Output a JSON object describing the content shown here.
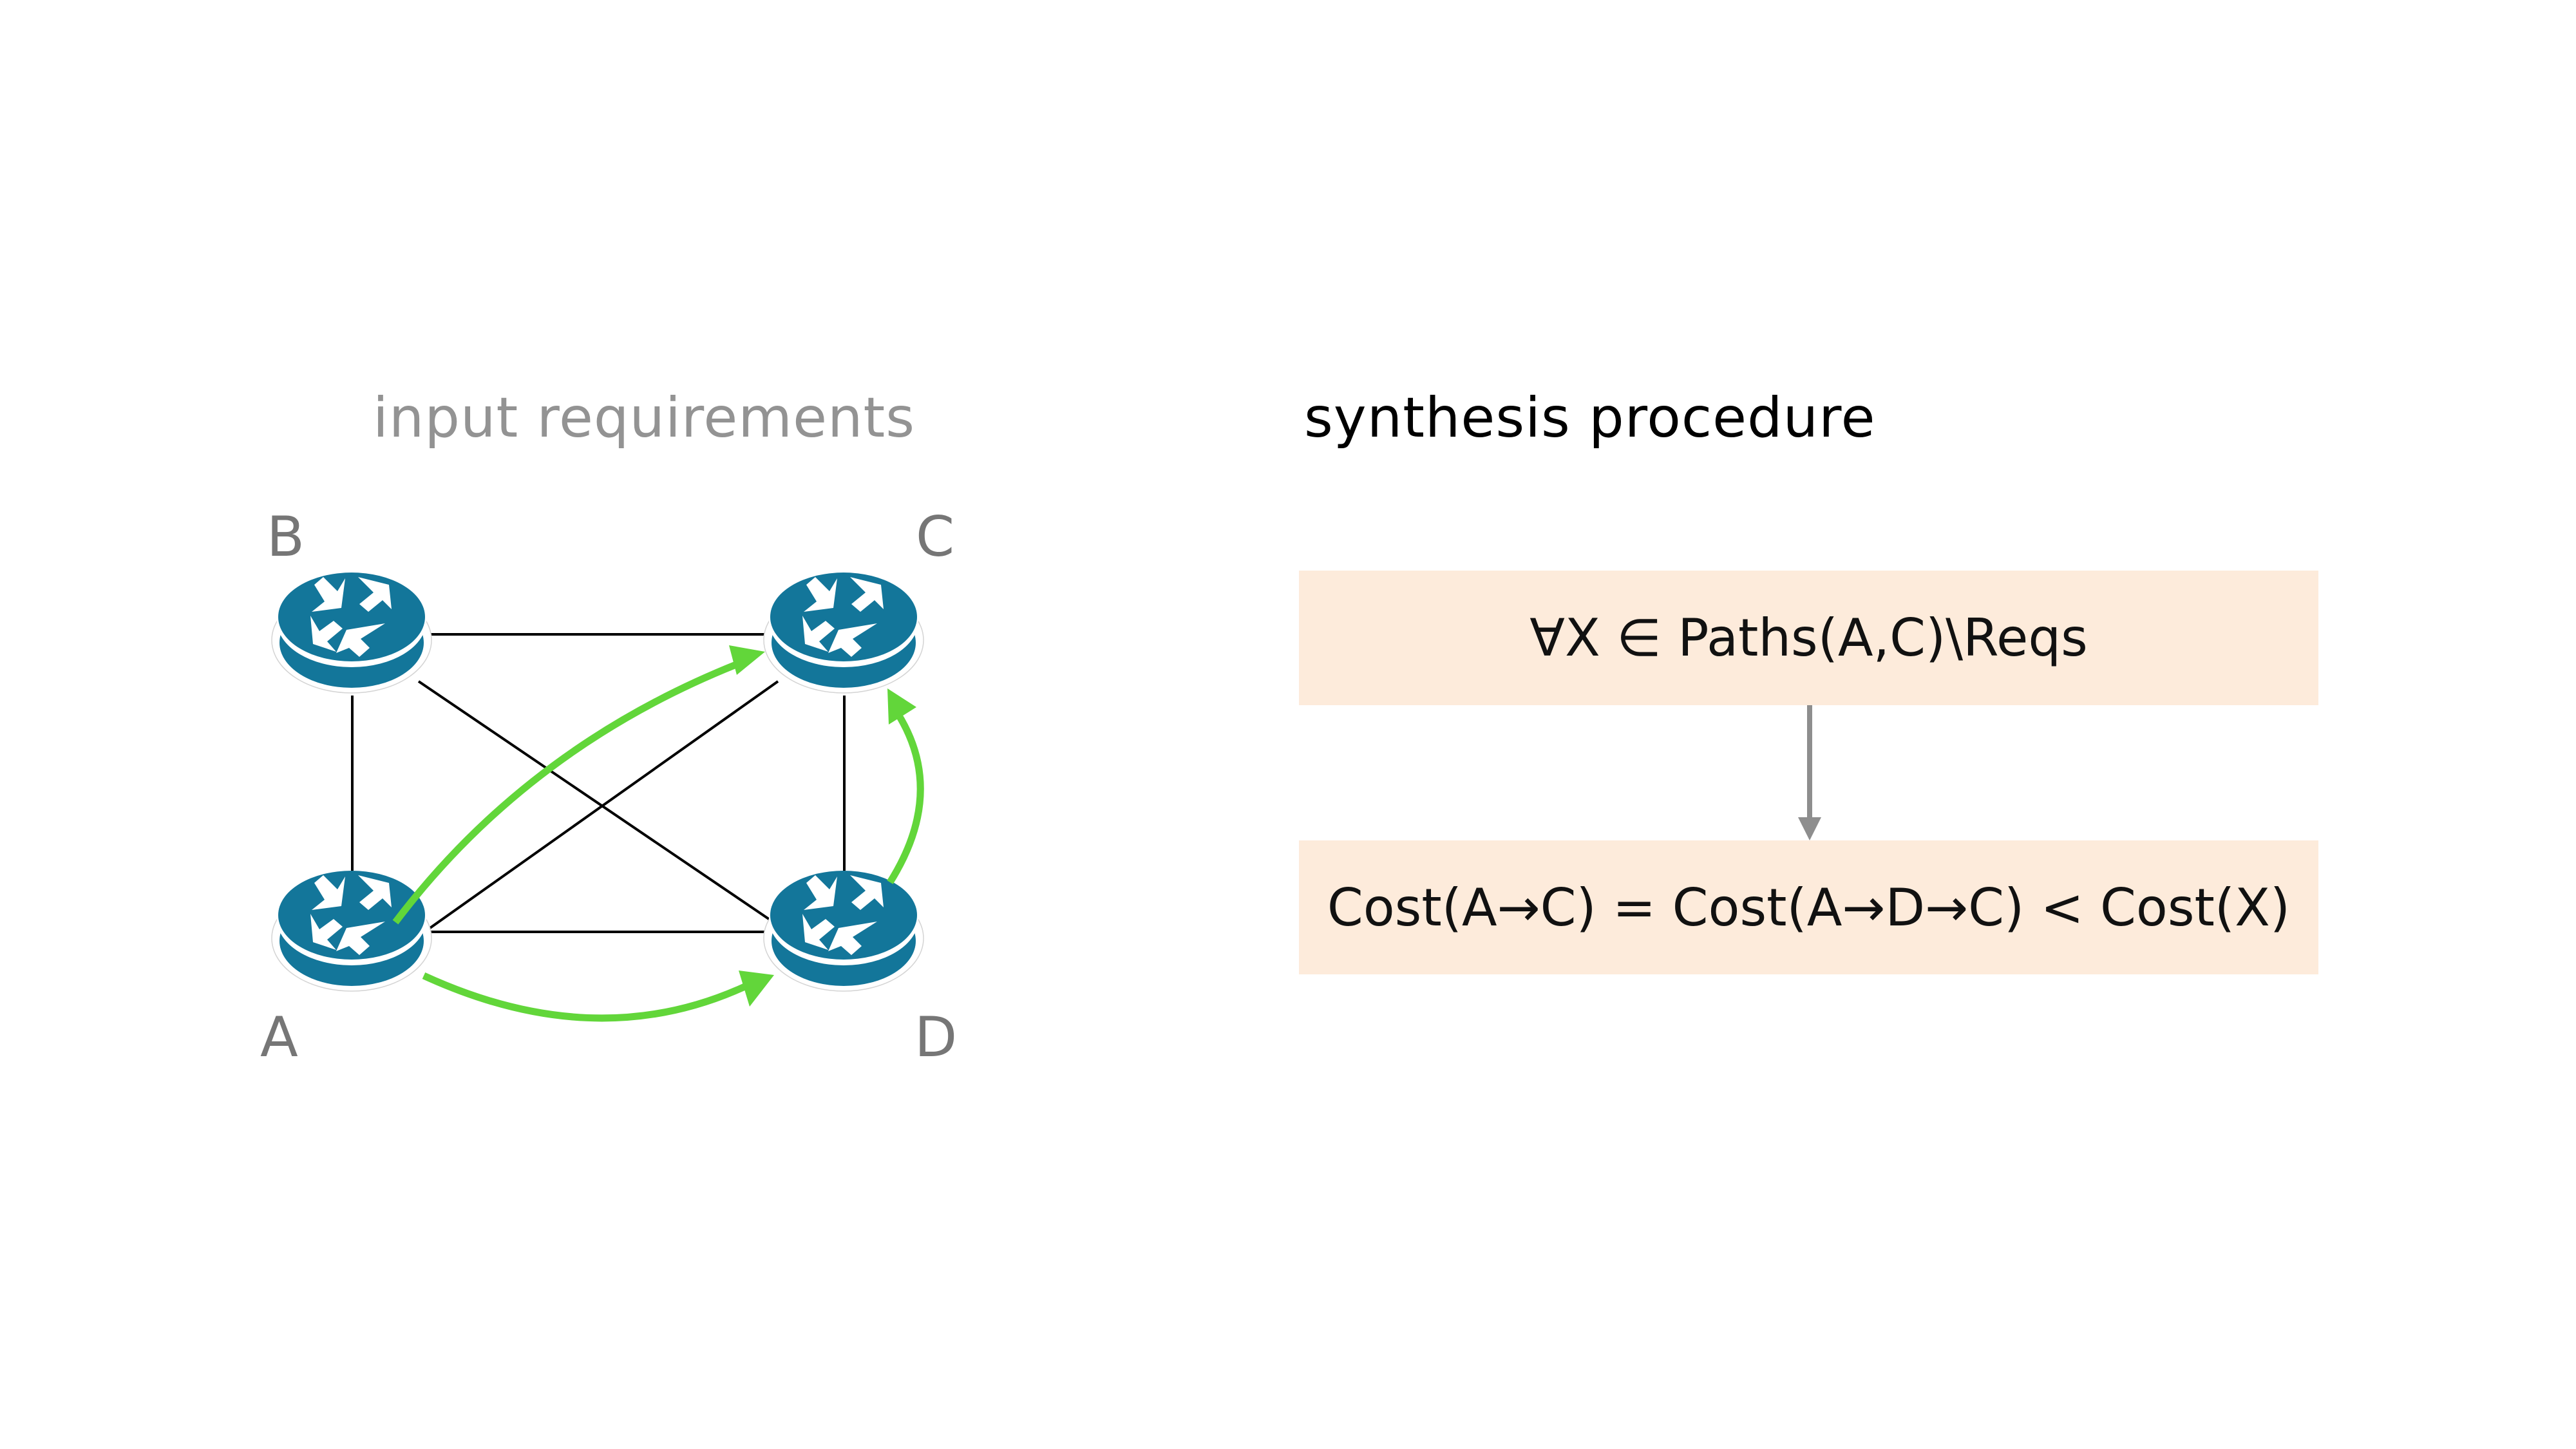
{
  "left_panel": {
    "title": "input requirements",
    "nodes": [
      {
        "id": "B",
        "label": "B"
      },
      {
        "id": "C",
        "label": "C"
      },
      {
        "id": "A",
        "label": "A"
      },
      {
        "id": "D",
        "label": "D"
      }
    ],
    "links": [
      [
        "B",
        "C"
      ],
      [
        "A",
        "D"
      ],
      [
        "B",
        "A"
      ],
      [
        "C",
        "D"
      ],
      [
        "B",
        "D"
      ],
      [
        "A",
        "C"
      ]
    ],
    "requirements": [
      {
        "from": "A",
        "to": "C"
      },
      {
        "from": "A",
        "to": "D"
      },
      {
        "from": "D",
        "to": "C"
      }
    ]
  },
  "right_panel": {
    "title": "synthesis procedure",
    "steps": [
      "∀X ∈ Paths(A,C)\\Reqs",
      "Cost(A→C) = Cost(A→D→C) < Cost(X)"
    ]
  },
  "colors": {
    "router": "#13769a",
    "requirement_arrow": "#62d63a",
    "link": "#000000",
    "box_fill": "#fdebdb",
    "flow_arrow": "#8e8e8e",
    "left_title": "#939393",
    "node_label": "#767676"
  }
}
